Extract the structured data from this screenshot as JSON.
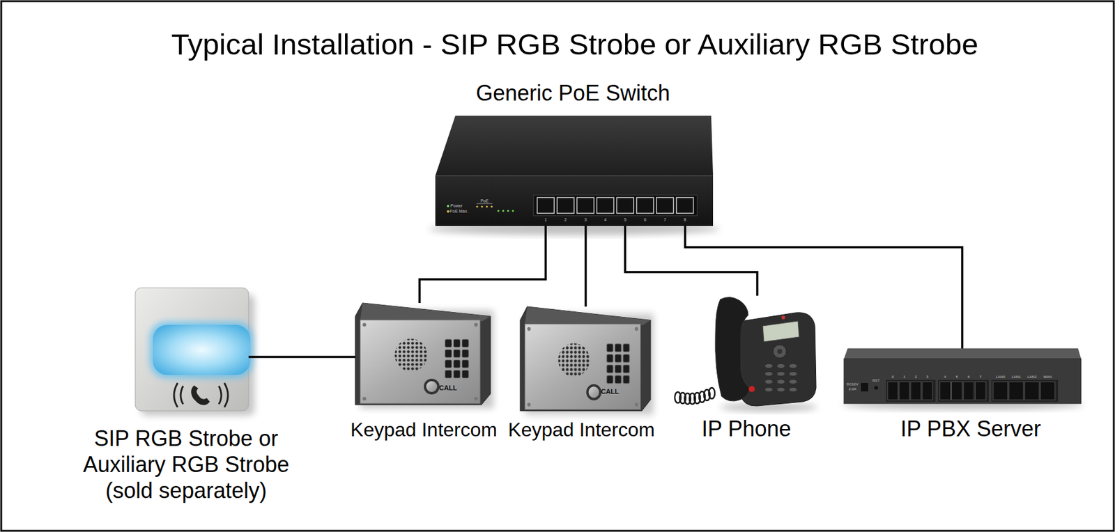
{
  "diagram": {
    "title": "Typical Installation - SIP RGB Strobe or Auxiliary RGB Strobe",
    "nodes": [
      {
        "text": [
          "Generic PoE Switch"
        ]
      },
      {
        "text": [
          "SIP RGB Strobe or Auxiliary RGB Strobe (sold separately)"
        ]
      },
      {
        "text": [
          "Keypad Intercom"
        ]
      },
      {
        "text": [
          "Keypad Intercom"
        ]
      },
      {
        "text": [
          "IP Phone"
        ]
      },
      {
        "text": [
          "IP PBX Server"
        ]
      }
    ],
    "edges": [
      {
        "from": 0,
        "to": 2,
        "arrow": "none"
      },
      {
        "from": 0,
        "to": 3,
        "arrow": "none"
      },
      {
        "from": 0,
        "to": 4,
        "arrow": "none"
      },
      {
        "from": 0,
        "to": 5,
        "arrow": "none"
      },
      {
        "from": 1,
        "to": 2,
        "arrow": "none"
      }
    ],
    "labels": [
      "Power",
      "PoE Max.",
      "PoE",
      "1",
      "2",
      "3",
      "4",
      "5",
      "6",
      "7",
      "8",
      "CALL",
      "CALL",
      "DC12V",
      "2.0A",
      "RST",
      "0",
      "1",
      "2",
      "3",
      "4",
      "5",
      "6",
      "7",
      "LAN0",
      "LAN1",
      "LAN2",
      "WAN"
    ]
  }
}
